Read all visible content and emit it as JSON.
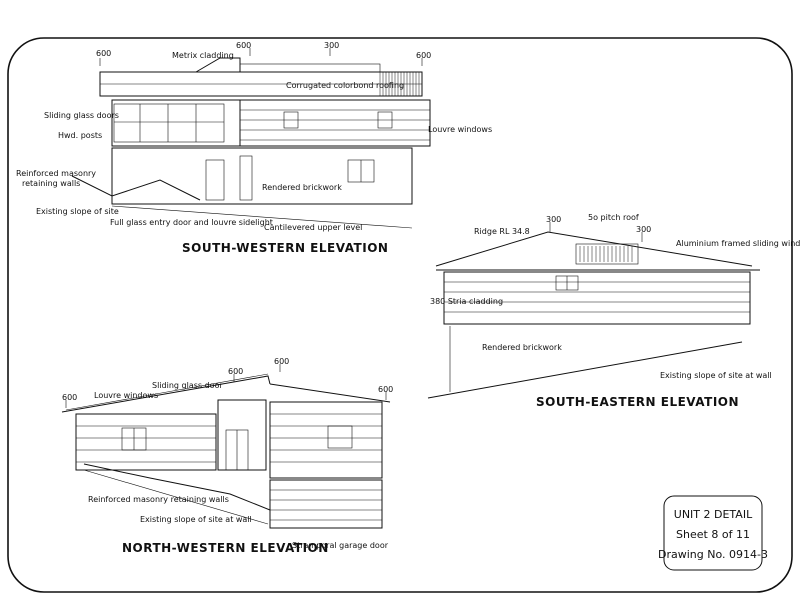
{
  "elevations": {
    "south_western": {
      "title": "SOUTH-WESTERN ELEVATION",
      "dims": [
        "600",
        "600",
        "300",
        "600"
      ],
      "labels": {
        "metrix": "Metrix cladding",
        "corrugated": "Corrugated colorbond roofing",
        "sliding_glass": "Sliding glass doors",
        "hwd_posts": "Hwd. posts",
        "louvre": "Louvre windows",
        "masonry": "Reinforced masonry",
        "retaining": "retaining walls",
        "rendered": "Rendered brickwork",
        "slope": "Existing slope of site",
        "entry": "Full glass entry door and louvre sidelight",
        "cantilevered": "Cantilevered upper level"
      }
    },
    "south_eastern": {
      "title": "SOUTH-EASTERN ELEVATION",
      "dims": [
        "300",
        "300"
      ],
      "labels": {
        "ridge": "Ridge RL 34.8",
        "pitch": "5o pitch roof",
        "aluminium": "Aluminium framed sliding windows",
        "stria": "380 Stria cladding",
        "rendered": "Rendered brickwork",
        "slope": "Existing slope of site at wall"
      }
    },
    "north_western": {
      "title": "NORTH-WESTERN ELEVATION",
      "dims": [
        "600",
        "600",
        "600",
        "600"
      ],
      "labels": {
        "louvre": "Louvre windows",
        "sliding": "Sliding glass door",
        "masonry": "Reinforced masonry retaining walls",
        "slope": "Existing slope of site at wall",
        "garage": "Stramporal garage door"
      }
    }
  },
  "title_block": {
    "line1": "UNIT 2 DETAIL",
    "line2": "Sheet 8 of 11",
    "line3": "Drawing No. 0914-3"
  }
}
